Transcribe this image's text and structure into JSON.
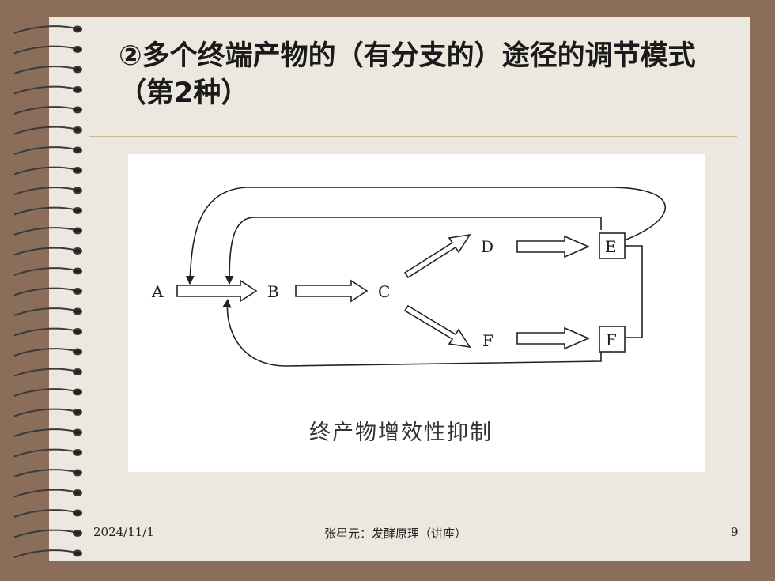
{
  "slide": {
    "title": "②多个终端产物的（有分支的）途径的调节模式（第2种）",
    "footer_date": "2024/11/1",
    "footer_center": "张星元：发酵原理（讲座）",
    "page_number": "9"
  },
  "diagram": {
    "nodes": {
      "a": "A",
      "b": "B",
      "c": "C",
      "d": "D",
      "e": "E",
      "f": "F",
      "f2": "F"
    },
    "caption": "终产物增效性抑制"
  }
}
